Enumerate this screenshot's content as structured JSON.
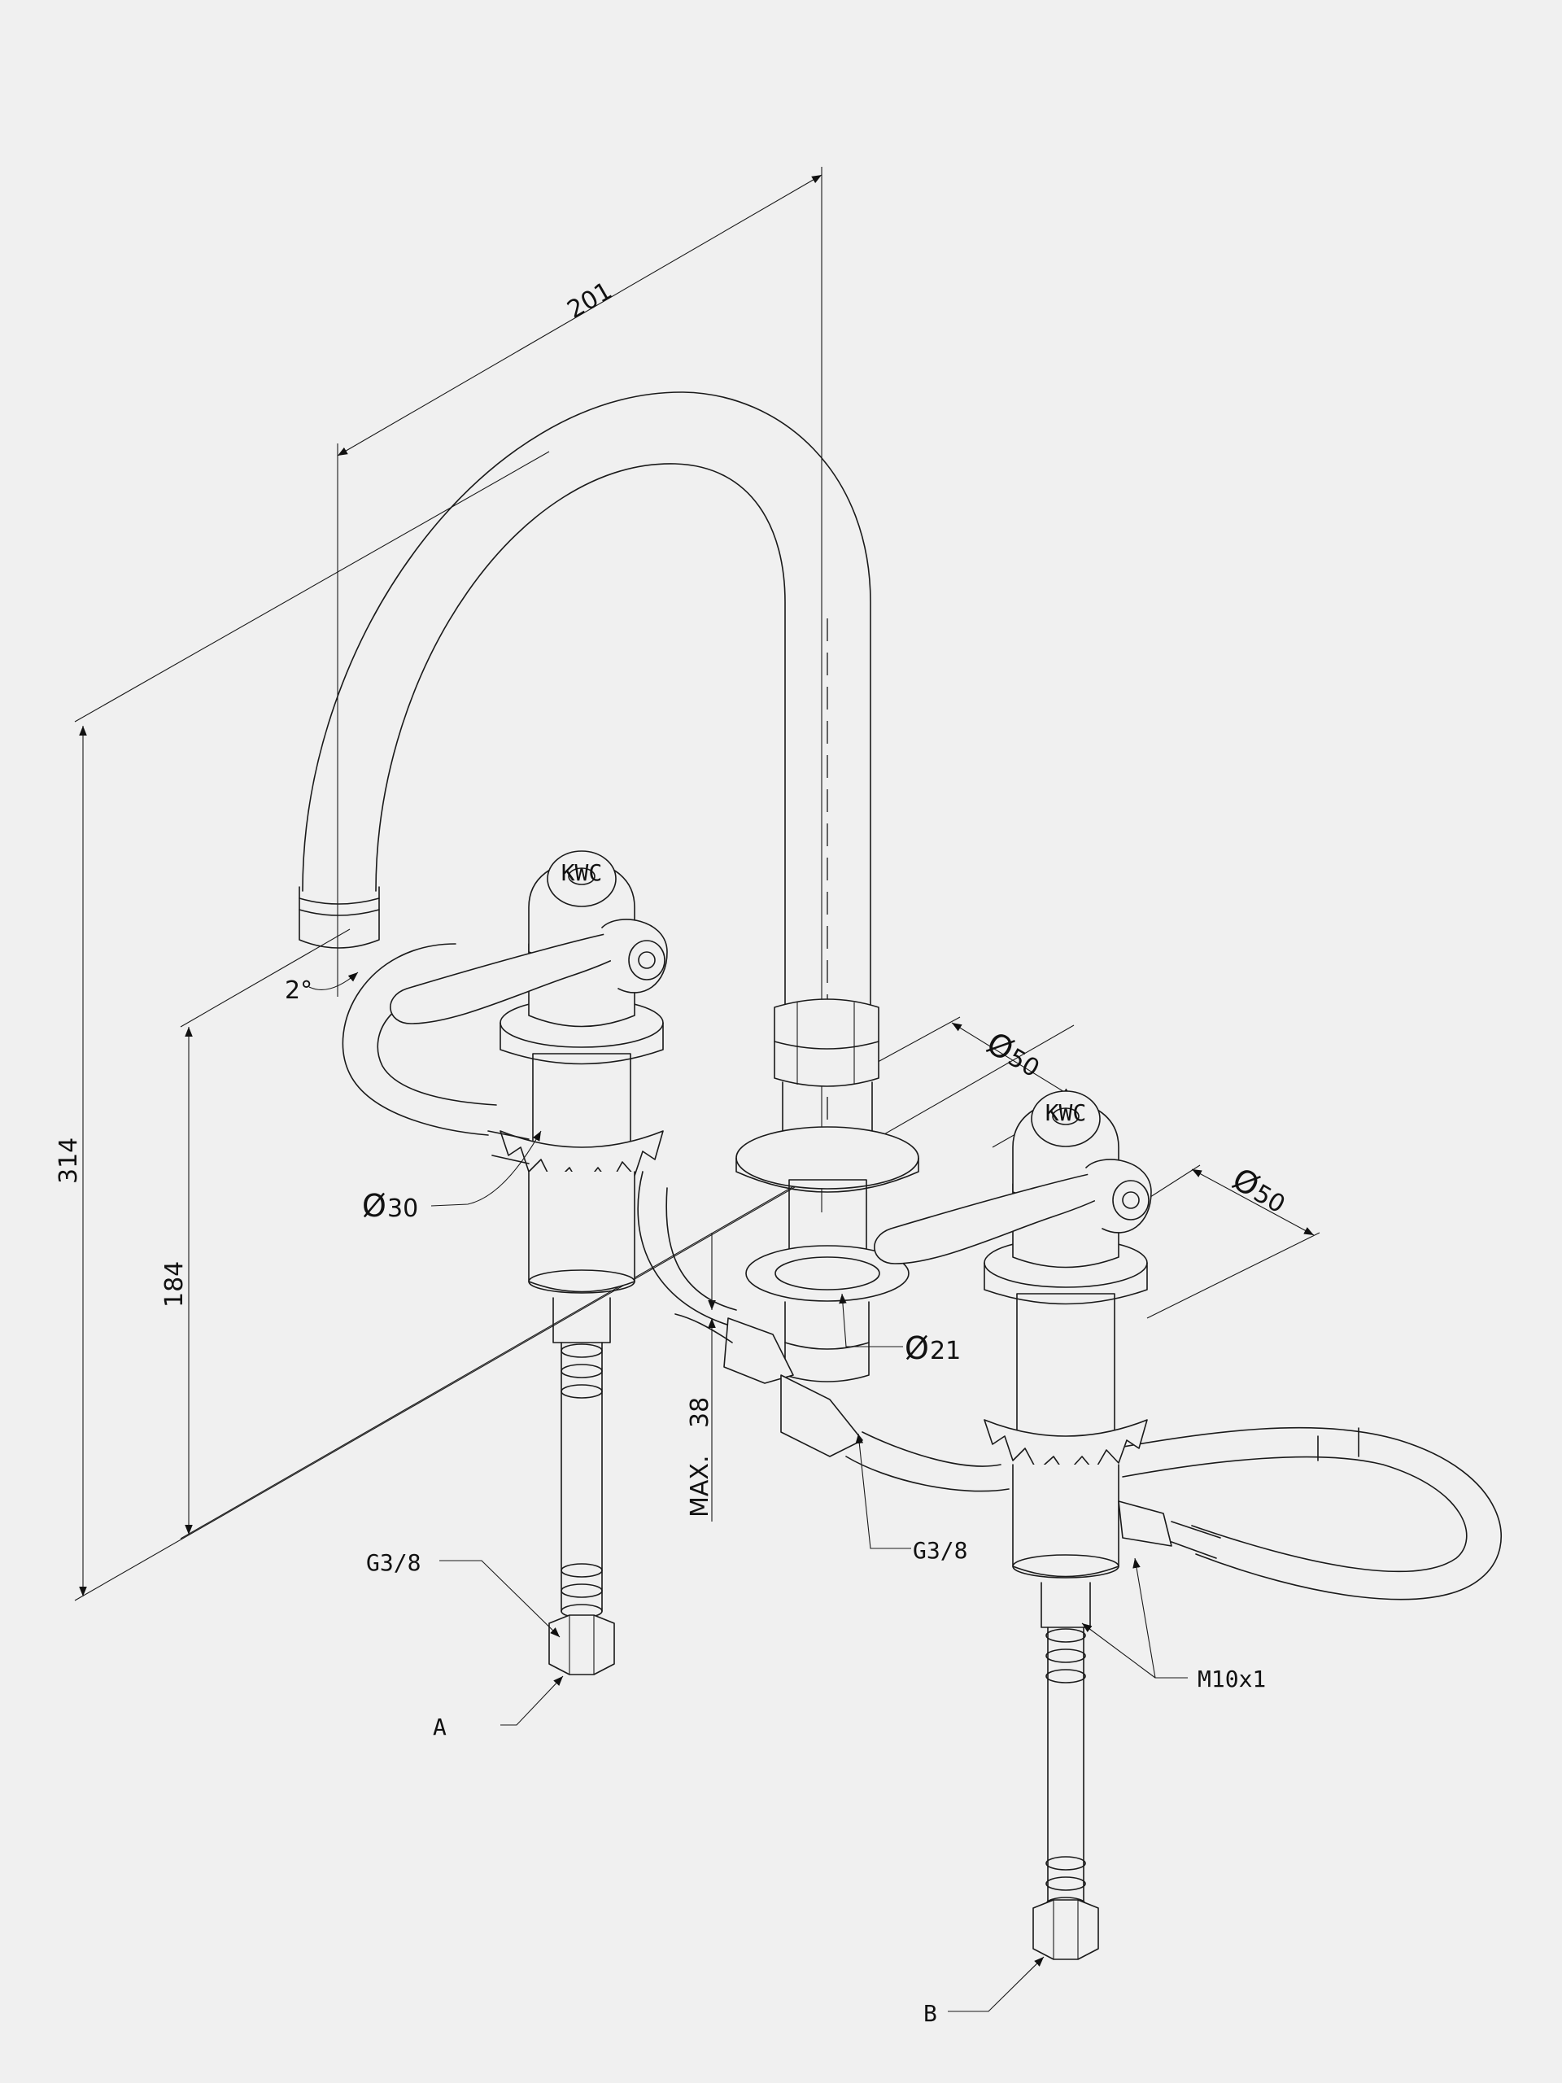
{
  "drawing": {
    "dimensions": {
      "spout_reach": "201",
      "total_height": "314",
      "spout_height": "184",
      "spout_angle": "2°",
      "deck_thickness_prefix": "MAX.",
      "deck_thickness": "38",
      "spout_shank_diameter": "21",
      "handle_shank_diameter": "30",
      "left_flange_diameter": "50",
      "right_flange_diameter": "50"
    },
    "diameter_symbol": "Ø",
    "callouts": {
      "inlet_thread_left": "G3/8",
      "tee_thread": "G3/8",
      "hose_thread": "M10x1",
      "inlet_a": "A",
      "inlet_b": "B"
    },
    "brand_badge": "KWC"
  }
}
